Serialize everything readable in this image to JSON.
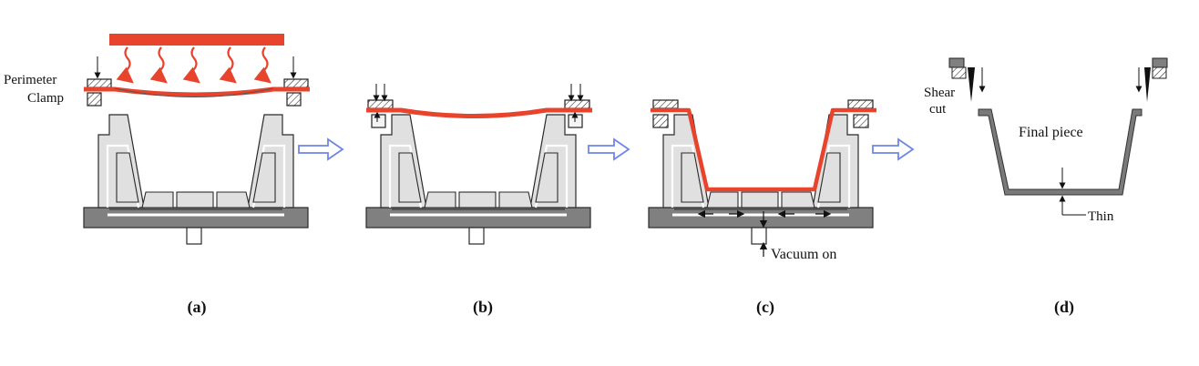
{
  "labels": {
    "perimeter": "Perimeter",
    "clamp": "Clamp",
    "vacuum_on": "Vacuum on",
    "shear": "Shear",
    "cut": "cut",
    "final_piece": "Final piece",
    "thin": "Thin"
  },
  "panels": [
    {
      "id": "a",
      "caption": "(a)"
    },
    {
      "id": "b",
      "caption": "(b)"
    },
    {
      "id": "c",
      "caption": "(c)"
    },
    {
      "id": "d",
      "caption": "(d)"
    }
  ],
  "colors": {
    "sheet": "#e8432c",
    "heater": "#e8432c",
    "mold_fill": "#e0e0e0",
    "base_fill": "#808080",
    "outline": "#2a2a2a",
    "arrow_blue": "#6f86e6",
    "part_fill": "#7a7a7a"
  }
}
